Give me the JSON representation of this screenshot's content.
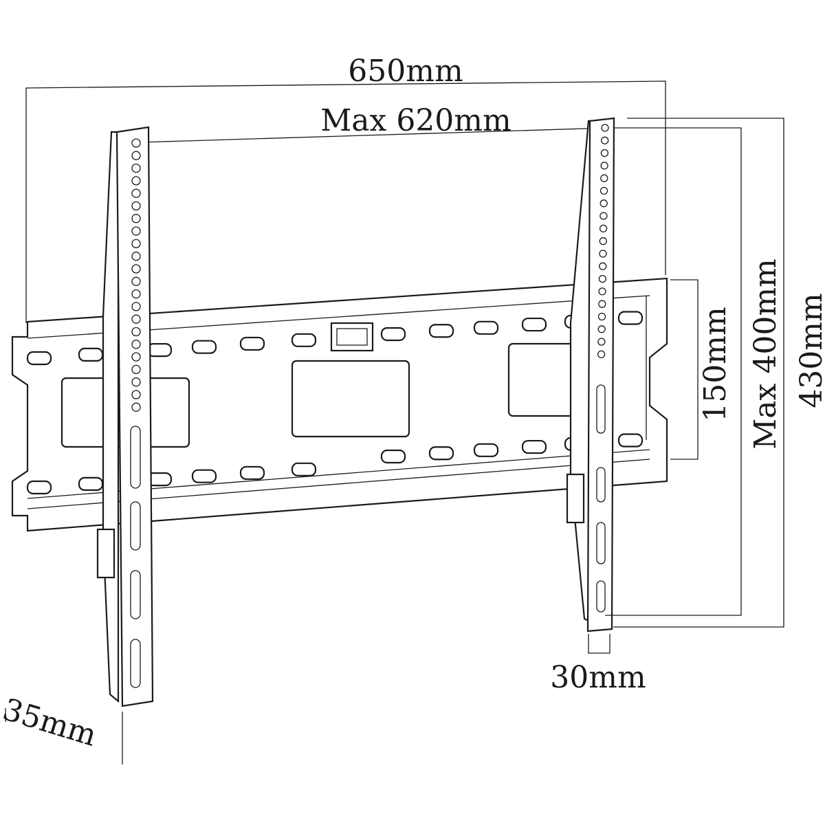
{
  "diagram": {
    "title": "TV wall mount bracket dimensions",
    "labels": {
      "overall_width": "650mm",
      "max_hole_width": "Max 620mm",
      "plate_height": "150mm",
      "max_hole_height": "Max 400mm",
      "overall_height": "430mm",
      "arm_width": "30mm",
      "wall_distance": "35mm"
    },
    "line_color": "#1a1a1a",
    "background": "#ffffff"
  }
}
